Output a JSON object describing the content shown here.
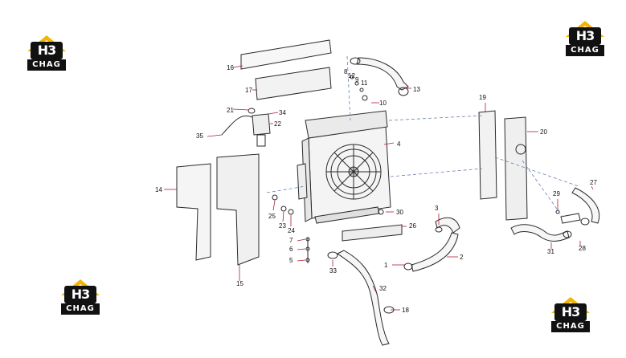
{
  "logo": {
    "top": "H3",
    "bottom": "CHAG"
  },
  "colors": {
    "accent": "#f2b600",
    "lines": "#2a2a2a",
    "leader": "#b01c2e",
    "hidden": "#6a7fb0"
  },
  "labels": [
    "16",
    "17",
    "21",
    "34",
    "22",
    "35",
    "14",
    "15",
    "25",
    "23",
    "24",
    "7",
    "6",
    "5",
    "33",
    "32",
    "18",
    "1",
    "2",
    "3",
    "26",
    "30",
    "4",
    "8",
    "12",
    "9",
    "11",
    "10",
    "13",
    "19",
    "20",
    "29",
    "27",
    "28",
    "31"
  ]
}
